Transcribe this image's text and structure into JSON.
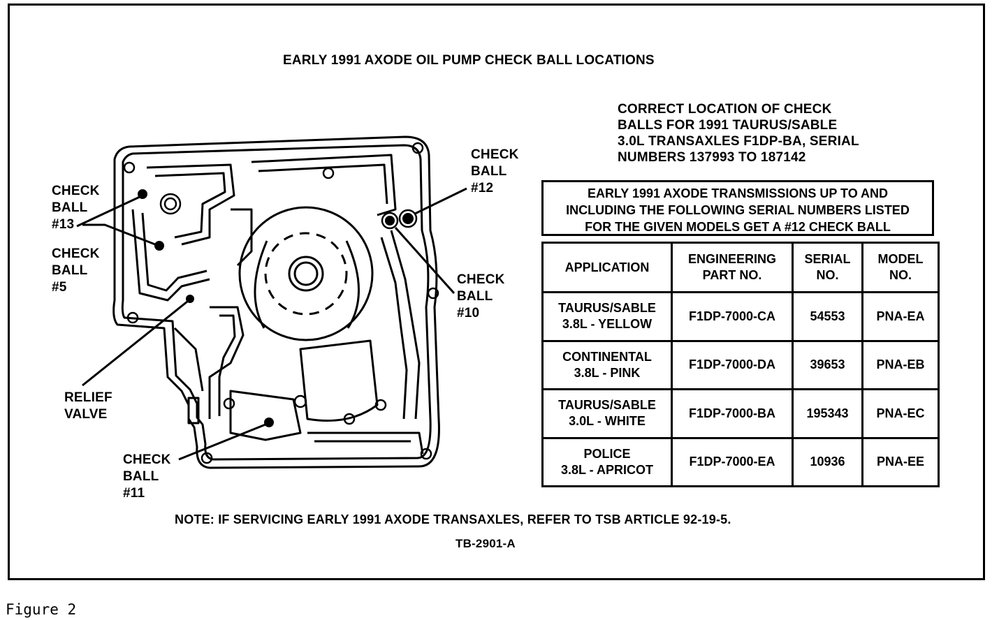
{
  "title": "EARLY 1991 AXODE OIL PUMP CHECK BALL LOCATIONS",
  "correct_location": [
    "CORRECT LOCATION OF CHECK",
    "BALLS FOR 1991 TAURUS/SABLE",
    "3.0L TRANSAXLES F1DP-BA, SERIAL",
    "NUMBERS 137993 TO 187142"
  ],
  "labels": {
    "ball13": [
      "CHECK",
      "BALL",
      "#13"
    ],
    "ball5": [
      "CHECK",
      "BALL",
      "#5"
    ],
    "relief": [
      "RELIEF",
      "VALVE"
    ],
    "ball11": [
      "CHECK",
      "BALL",
      "#11"
    ],
    "ball12": [
      "CHECK",
      "BALL",
      "#12"
    ],
    "ball10": [
      "CHECK",
      "BALL",
      "#10"
    ]
  },
  "early_box": [
    "EARLY 1991 AXODE TRANSMISSIONS UP TO AND",
    "INCLUDING THE FOLLOWING SERIAL NUMBERS LISTED",
    "FOR THE GIVEN MODELS GET A #12 CHECK BALL"
  ],
  "table": {
    "headers": [
      "APPLICATION",
      "ENGINEERING\nPART NO.",
      "SERIAL\nNO.",
      "MODEL\nNO."
    ],
    "rows": [
      [
        "TAURUS/SABLE\n3.8L - YELLOW",
        "F1DP-7000-CA",
        "54553",
        "PNA-EA"
      ],
      [
        "CONTINENTAL\n3.8L - PINK",
        "F1DP-7000-DA",
        "39653",
        "PNA-EB"
      ],
      [
        "TAURUS/SABLE\n3.0L - WHITE",
        "F1DP-7000-BA",
        "195343",
        "PNA-EC"
      ],
      [
        "POLICE\n3.8L - APRICOT",
        "F1DP-7000-EA",
        "10936",
        "PNA-EE"
      ]
    ]
  },
  "note": "NOTE: IF SERVICING EARLY 1991 AXODE TRANSAXLES, REFER TO TSB ARTICLE 92-19-5.",
  "code": "TB-2901-A",
  "figure_caption": "Figure 2"
}
